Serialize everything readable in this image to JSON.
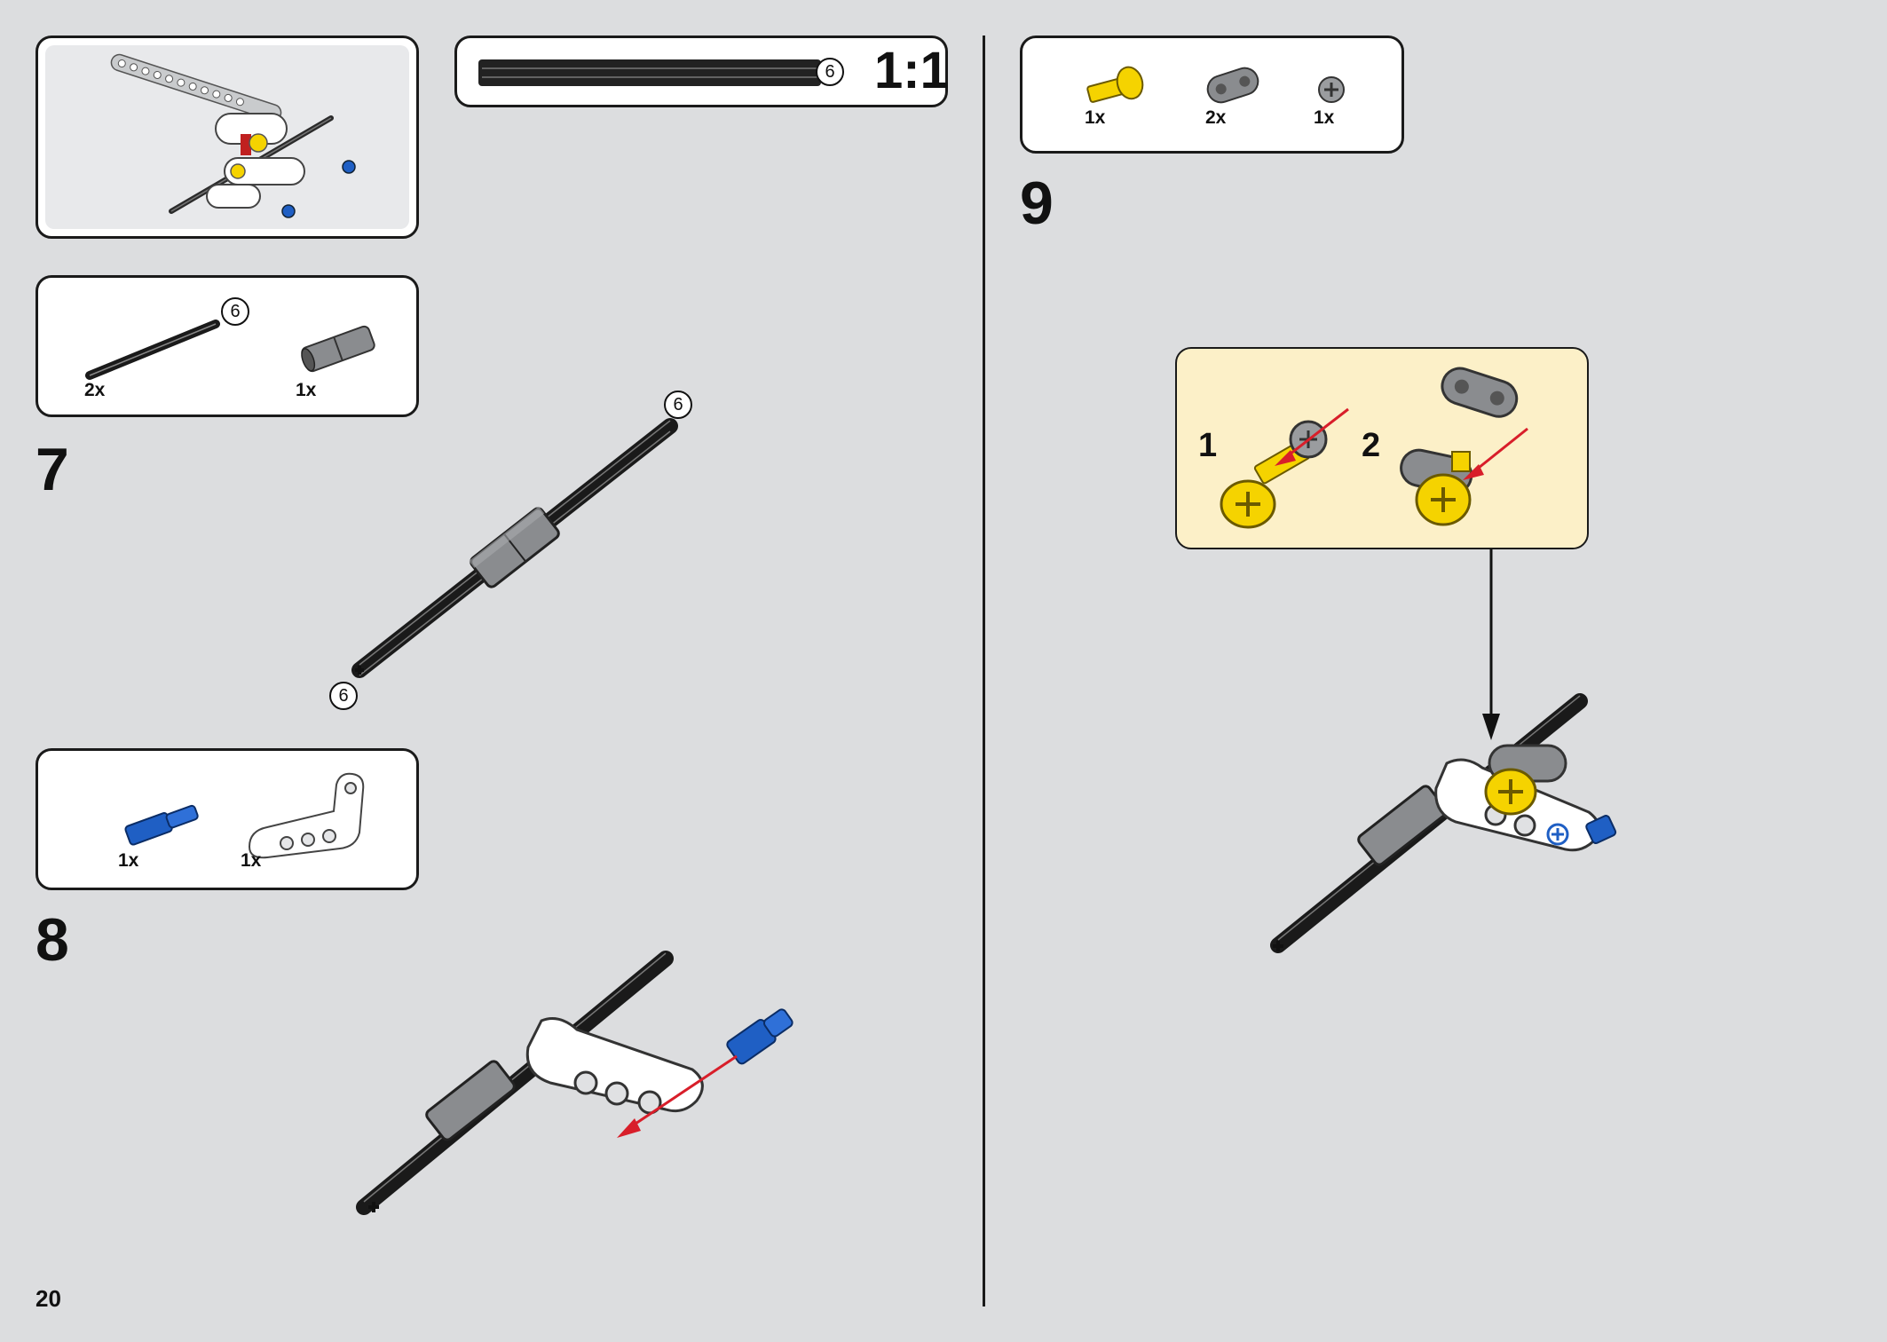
{
  "page": {
    "number": "20"
  },
  "scale_box": {
    "length": "6",
    "ratio": "1:1"
  },
  "step7": {
    "number": "7",
    "parts": [
      {
        "qty": "2x"
      },
      {
        "qty": "1x"
      }
    ],
    "axle_length": "6",
    "callouts": {
      "top": "6",
      "bottom": "6"
    }
  },
  "step8": {
    "number": "8",
    "parts": [
      {
        "qty": "1x"
      },
      {
        "qty": "1x"
      }
    ]
  },
  "step9": {
    "number": "9",
    "parts": [
      {
        "qty": "1x"
      },
      {
        "qty": "2x"
      },
      {
        "qty": "1x"
      }
    ],
    "substeps": [
      {
        "number": "1"
      },
      {
        "number": "2"
      }
    ]
  },
  "colors": {
    "background": "#dcdddf",
    "yellow": "#f5d300",
    "blue": "#1f5fc4",
    "red_arrow": "#d81e2a",
    "substep_background": "#fcf0c8"
  }
}
